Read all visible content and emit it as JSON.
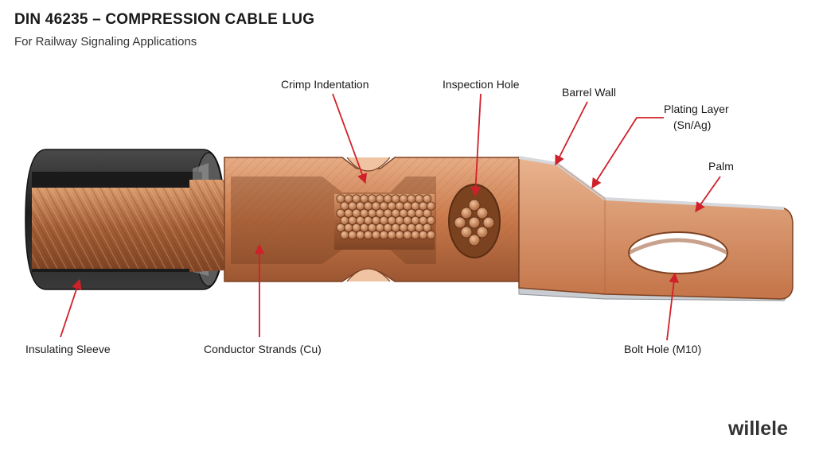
{
  "header": {
    "title": "DIN 46235 – COMPRESSION CABLE LUG",
    "subtitle": "For Railway Signaling Applications"
  },
  "watermark": "willele",
  "callouts": {
    "crimp_indentation": "Crimp Indentation",
    "inspection_hole": "Inspection Hole",
    "barrel_wall": "Barrel Wall",
    "plating_layer_line1": "Plating Layer",
    "plating_layer_line2": "(Sn/Ag)",
    "palm": "Palm",
    "insulating_sleeve": "Insulating Sleeve",
    "conductor_strands": "Conductor Strands (Cu)",
    "bolt_hole": "Bolt Hole (M10)"
  },
  "colors": {
    "copper": "#c97a4a",
    "copper_dark": "#9a5530",
    "copper_light": "#e3a27a",
    "insulation": "#2b2b2b",
    "plating": "#b9bcc0",
    "callout_line": "#d0202a"
  }
}
